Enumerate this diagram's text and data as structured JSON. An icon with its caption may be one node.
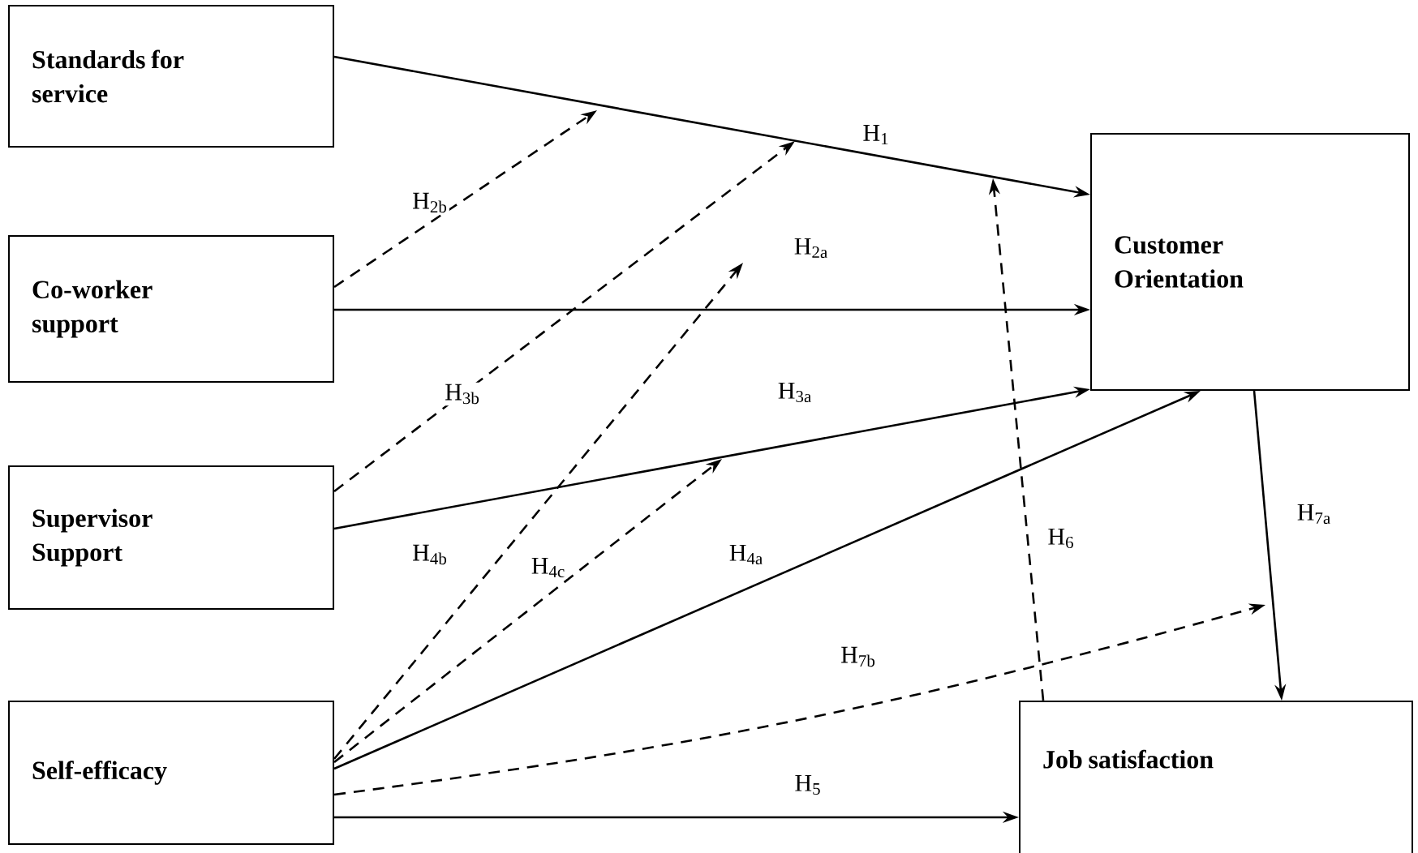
{
  "diagram": {
    "nodes": [
      {
        "text": [
          "Standards for service"
        ]
      },
      {
        "text": [
          "Co-worker support"
        ]
      },
      {
        "text": [
          "Supervisor Support"
        ]
      },
      {
        "text": [
          "Self-efficacy"
        ]
      },
      {
        "text": [
          "Customer Orientation"
        ]
      },
      {
        "text": [
          "Job satisfaction"
        ]
      }
    ],
    "edges": [
      {
        "from": 0,
        "to": 4,
        "arrow": "to",
        "label": "H$_{1}$"
      },
      {
        "from": 1,
        "to": null,
        "arrow": "to",
        "label": "H$_{2b}$",
        "style": "dashed"
      },
      {
        "from": 1,
        "to": 4,
        "arrow": "to",
        "label": "H$_{2a}$"
      },
      {
        "from": 2,
        "to": null,
        "arrow": "to",
        "label": "H$_{3b}$",
        "style": "dashed"
      },
      {
        "from": 2,
        "to": 4,
        "arrow": "to",
        "label": "H$_{3a}$"
      },
      {
        "from": 3,
        "to": null,
        "arrow": "to",
        "label": "H$_{4b}$",
        "style": "dashed"
      },
      {
        "from": 3,
        "to": null,
        "arrow": "to",
        "label": "H$_{4c}$",
        "style": "dashed"
      },
      {
        "from": 3,
        "to": 4,
        "arrow": "to",
        "label": "H$_{4a}$"
      },
      {
        "from": 5,
        "to": null,
        "arrow": "to",
        "label": "H$_{6}$",
        "style": "dashed"
      },
      {
        "from": 4,
        "to": 5,
        "arrow": "to",
        "label": "H$_{7a}$"
      },
      {
        "from": 3,
        "to": null,
        "arrow": "to",
        "label": "H$_{7b}$",
        "style": "dashed"
      },
      {
        "from": 3,
        "to": 5,
        "arrow": "to",
        "label": "H$_{5}$"
      }
    ]
  }
}
